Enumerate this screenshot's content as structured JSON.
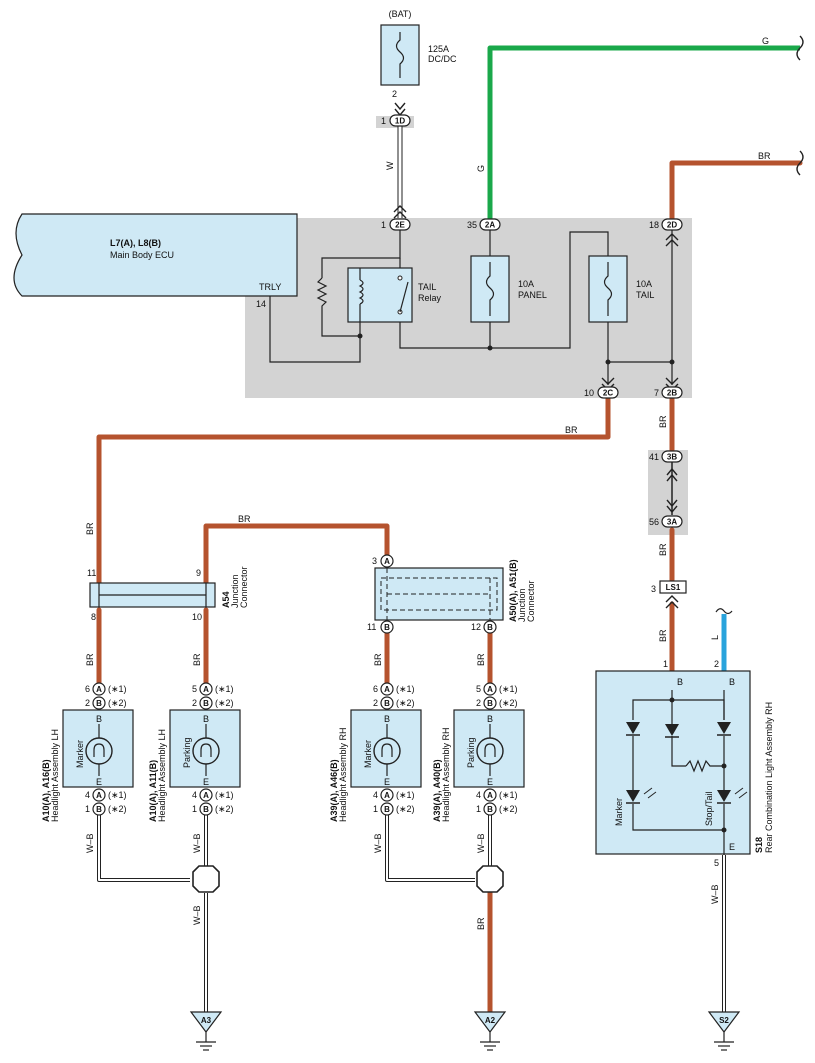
{
  "title": "",
  "colors": {
    "brown_wire": "#b5532e",
    "green_wire": "#1aa84a",
    "blue_wire": "#29a3dc",
    "component_fill": "#cfe9f5",
    "junction_block_fill": "#d3d3d3"
  },
  "battery": {
    "label": "(BAT)",
    "fuse_rating": "125A",
    "fuse_name": "DC/DC",
    "pin": "2"
  },
  "connectors": {
    "c1d": {
      "name": "1D",
      "pin": "1"
    },
    "c2e": {
      "name": "2E",
      "pin": "1"
    },
    "c2a": {
      "name": "2A",
      "pin": "35"
    },
    "c2d": {
      "name": "2D",
      "pin": "18"
    },
    "c2c": {
      "name": "2C",
      "pin": "10"
    },
    "c2b": {
      "name": "2B",
      "pin": "7"
    },
    "c3b": {
      "name": "3B",
      "pin": "41"
    },
    "c3a": {
      "name": "3A",
      "pin": "56"
    },
    "ls1": {
      "name": "LS1",
      "pin": "3"
    }
  },
  "wire_labels": {
    "w": "W",
    "g": "G",
    "br": "BR",
    "l": "L",
    "wb": "W–B"
  },
  "ecu": {
    "code": "L7(A), L8(B)",
    "name": "Main Body ECU",
    "terminal": "TRLY",
    "pin": "14"
  },
  "relay": {
    "name1": "TAIL",
    "name2": "Relay"
  },
  "fuse_panel": {
    "rating": "10A",
    "name": "PANEL"
  },
  "fuse_tail": {
    "rating": "10A",
    "name": "TAIL"
  },
  "junction_a54": {
    "code": "A54",
    "name1": "Junction",
    "name2": "Connector",
    "pin_tl": "11",
    "pin_tr": "9",
    "pin_bl": "8",
    "pin_br": "10"
  },
  "junction_a50": {
    "code": "A50(A), A51(B)",
    "name1": "Junction",
    "name2": "Connector",
    "pin_top": "3",
    "pin_top_conn": "A",
    "pin_bl": "11",
    "pin_br": "12",
    "conn": "B"
  },
  "headlights": [
    {
      "code": "A10(A), A16(B)",
      "name": "Headlight Assembly LH",
      "lamp": "Marker",
      "top_a": "6",
      "top_b": "2",
      "bot_a": "4",
      "bot_b": "1"
    },
    {
      "code": "A10(A), A11(B)",
      "name": "Headlight Assembly LH",
      "lamp": "Parking",
      "top_a": "5",
      "top_b": "2",
      "bot_a": "4",
      "bot_b": "1"
    },
    {
      "code": "A39(A), A46(B)",
      "name": "Headlight Assembly RH",
      "lamp": "Marker",
      "top_a": "6",
      "top_b": "2",
      "bot_a": "4",
      "bot_b": "1"
    },
    {
      "code": "A39(A), A40(B)",
      "name": "Headlight Assembly RH",
      "lamp": "Parking",
      "top_a": "5",
      "top_b": "2",
      "bot_a": "4",
      "bot_b": "1"
    }
  ],
  "note1": "(∗1)",
  "note2": "(∗2)",
  "conn_a": "A",
  "conn_b": "B",
  "term_b": "B",
  "term_e": "E",
  "rear_lamp": {
    "code": "S18",
    "name": "Rear Combination Light Assembly RH",
    "lamp1": "Marker",
    "lamp2": "Stop/Tail",
    "pin1": "1",
    "pin2": "2",
    "pin_e": "5"
  },
  "grounds": [
    "A3",
    "A2",
    "S2"
  ]
}
